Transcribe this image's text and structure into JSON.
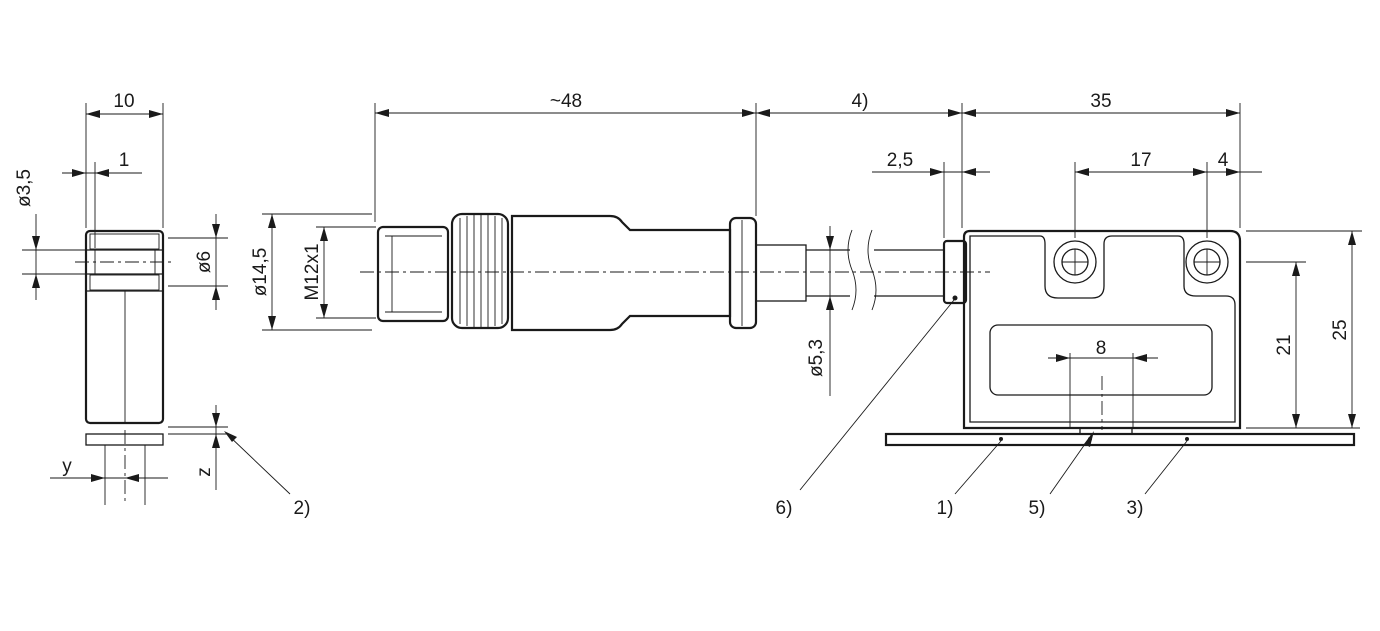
{
  "dimensions": {
    "side_width": "10",
    "side_offset": "1",
    "bore_diameter": "ø3,5",
    "hole_diameter": "ø6",
    "y_label": "y",
    "z_label": "z",
    "connector_length": "~48",
    "cable_length": "4)",
    "body_length": "35",
    "collar_offset": "2,5",
    "hole_spacing": "17",
    "hole_edge": "4",
    "connector_diameter": "ø14,5",
    "thread": "M12x1",
    "cable_diameter": "ø5,3",
    "window_width": "8",
    "hole_height": "21",
    "body_height": "25"
  },
  "callouts": {
    "c1": "1)",
    "c2": "2)",
    "c3": "3)",
    "c4": "4)",
    "c5": "5)",
    "c6": "6)"
  }
}
